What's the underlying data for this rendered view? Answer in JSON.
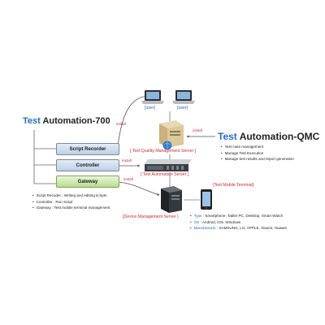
{
  "left": {
    "title_accent": "Test",
    "title_rest": "Automation-700",
    "boxes": {
      "script_recorder": "Script Recorder",
      "controller": "Controller",
      "gateway": "Gateway"
    },
    "bullets": [
      "Script Recoder : Writing and editing scripts",
      "Controller : Run Sciipt",
      "Gateway : Test mobile terminal management"
    ]
  },
  "install_label": "install",
  "users": [
    "[user]",
    "[user]"
  ],
  "servers": {
    "quality": "[ Test Quality Management Server ]",
    "automation": "[ Test Automation Server ]",
    "device": "[Device Management Server ]"
  },
  "mobile_terminal": "[Test Mobile Terminal]",
  "qmc": {
    "title_accent": "Test",
    "title_rest": "Automation-QMC",
    "bullets": [
      "Test case management",
      "Manage Test Execution",
      "Manage test results and report generation"
    ]
  },
  "terminal_info": {
    "type_key": "Type",
    "type_value": ": Smartphone, Tablet PC, Desktop, Smart Watch",
    "os_key": "OS",
    "os_value": ": Android, iOS, Windows",
    "manufacturer_key": "Manufacturer",
    "manufacturer_value": ": SAMSUNG, LG, APPLE, Xiaomi, Huawei"
  },
  "colors": {
    "accent": "#1f6fc0",
    "red": "#d0262c",
    "blue_label": "#2a5fb5",
    "box_blue": "#bcd0e6",
    "box_green": "#b9dc8f"
  }
}
